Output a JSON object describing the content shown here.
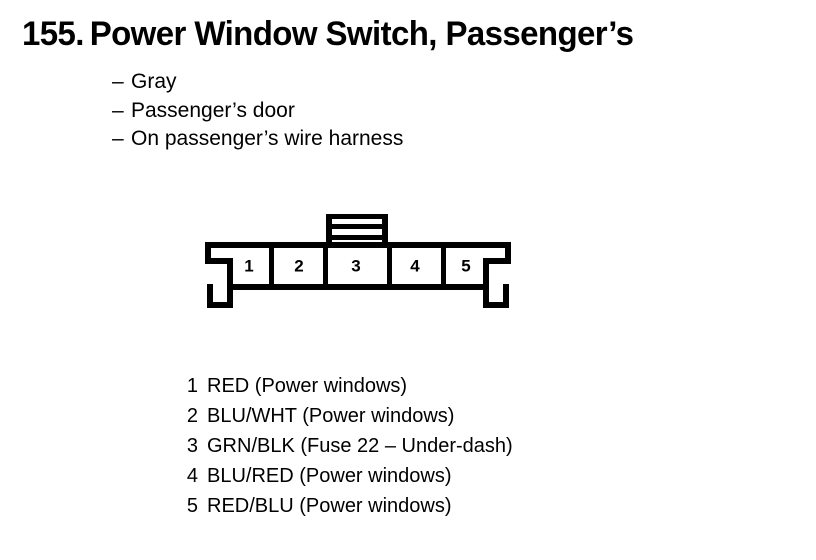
{
  "page": {
    "background_color": "#ffffff",
    "ink_color": "#000000"
  },
  "heading": {
    "number": "155.",
    "title": "Power Window Switch, Passenger’s",
    "full": "155. Power Window Switch, Passenger’s"
  },
  "bullets": {
    "dash": "–",
    "items": [
      "Gray",
      "Passenger’s door",
      "On passenger’s wire harness"
    ]
  },
  "connector": {
    "name": "5-pin connector",
    "pin_count": 5,
    "pin_labels": [
      "1",
      "2",
      "3",
      "4",
      "5"
    ],
    "latch_tab_bars": 2
  },
  "legend": {
    "rows": [
      {
        "pin": "1",
        "description": "RED (Power windows)"
      },
      {
        "pin": "2",
        "description": "BLU/WHT (Power windows)"
      },
      {
        "pin": "3",
        "description": "GRN/BLK (Fuse 22 – Under-dash)"
      },
      {
        "pin": "4",
        "description": "BLU/RED (Power windows)"
      },
      {
        "pin": "5",
        "description": "RED/BLU (Power windows)"
      }
    ]
  }
}
